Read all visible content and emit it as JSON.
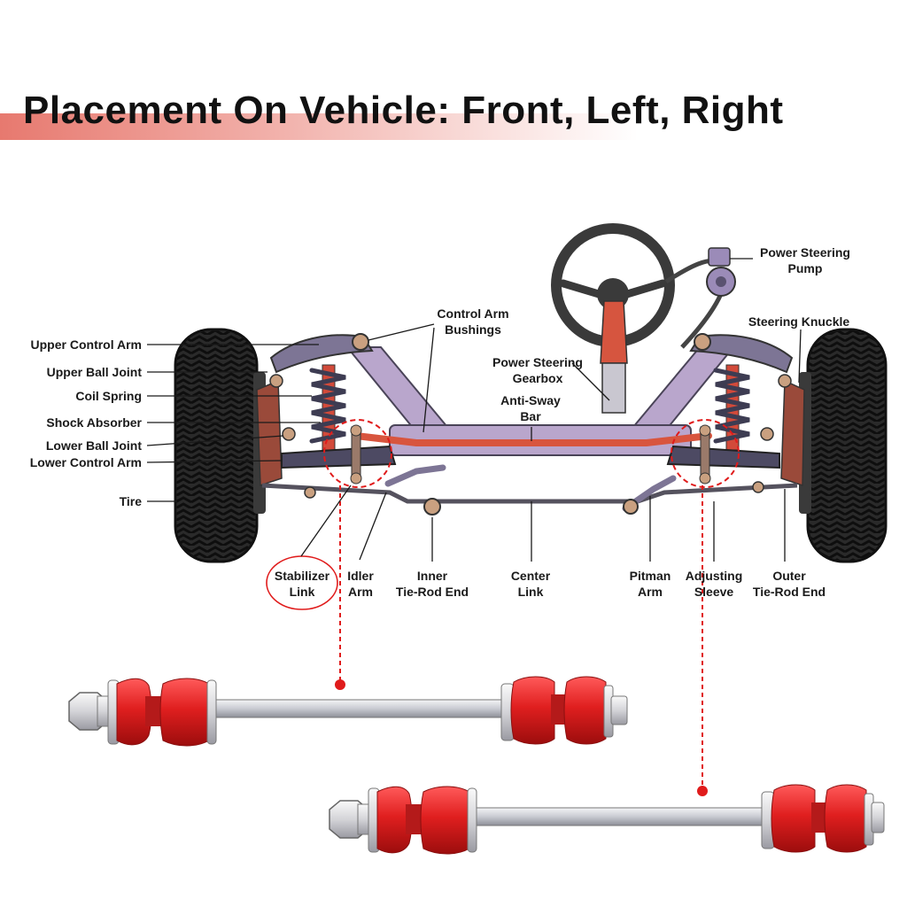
{
  "title": "Placement On Vehicle: Front, Left, Right",
  "colors": {
    "accent": "#e7796f",
    "frame": "#b9a6cc",
    "red_part": "#d42424",
    "marker": "#e01b1b"
  },
  "labels": {
    "upper_control_arm": "Upper Control Arm",
    "upper_ball_joint": "Upper Ball Joint",
    "coil_spring": "Coil Spring",
    "shock_absorber": "Shock Absorber",
    "lower_ball_joint": "Lower Ball Joint",
    "lower_control_arm": "Lower Control Arm",
    "tire": "Tire",
    "control_arm_bushings": [
      "Control Arm",
      "Bushings"
    ],
    "power_steering_gearbox": [
      "Power Steering",
      "Gearbox"
    ],
    "anti_sway_bar": [
      "Anti-Sway",
      "Bar"
    ],
    "power_steering_pump": [
      "Power Steering",
      "Pump"
    ],
    "steering_knuckle": "Steering Knuckle",
    "stabilizer_link": [
      "Stabilizer",
      "Link"
    ],
    "idler_arm": [
      "Idler",
      "Arm"
    ],
    "inner_tie_rod_end": [
      "Inner",
      "Tie-Rod End"
    ],
    "center_link": [
      "Center",
      "Link"
    ],
    "pitman_arm": [
      "Pitman",
      "Arm"
    ],
    "adjusting_sleeve": [
      "Adjusting",
      "Sleeve"
    ],
    "outer_tie_rod_end": [
      "Outer",
      "Tie-Rod End"
    ]
  }
}
